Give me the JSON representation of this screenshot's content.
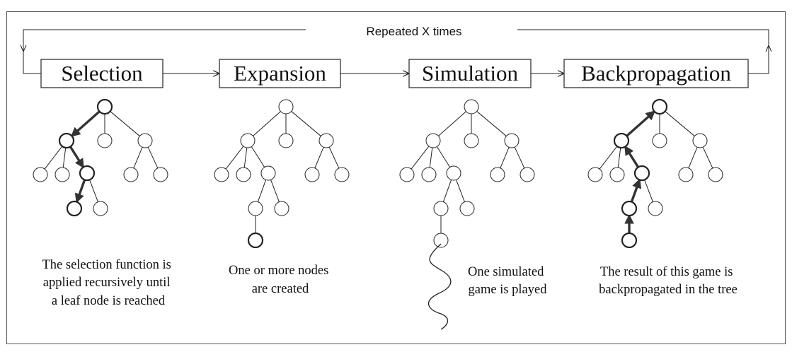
{
  "loop_label": "Repeated X times",
  "steps": [
    {
      "title": "Selection",
      "caption_lines": [
        "The selection function is",
        "applied recursively until",
        "a leaf node is reached"
      ]
    },
    {
      "title": "Expansion",
      "caption_lines": [
        "One or more nodes",
        "are created"
      ]
    },
    {
      "title": "Simulation",
      "caption_lines": [
        "One simulated",
        "game is played"
      ]
    },
    {
      "title": "Backpropagation",
      "caption_lines": [
        "The result of this game is",
        "backpropagated in the tree"
      ]
    }
  ]
}
